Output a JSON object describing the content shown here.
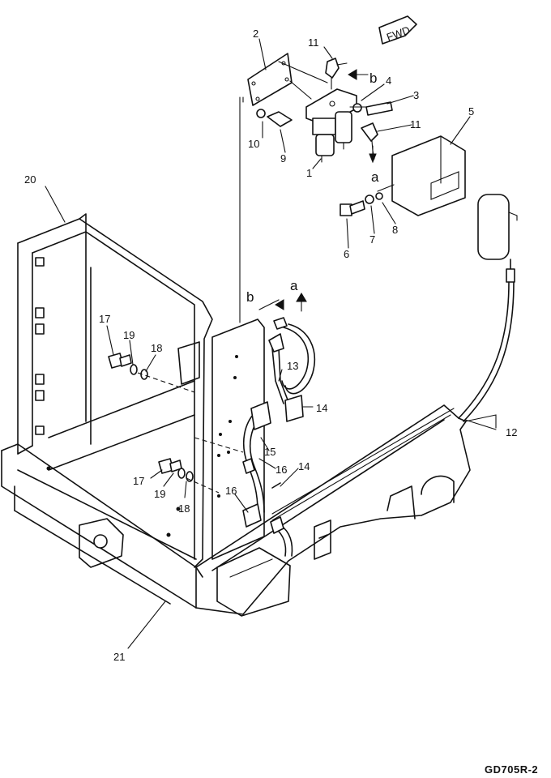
{
  "direction_tag": "FWD",
  "drawing_code": "GD705R-2",
  "callouts": [
    "1",
    "2",
    "3",
    "4",
    "5",
    "6",
    "7",
    "8",
    "9",
    "10",
    "11",
    "12",
    "13",
    "14",
    "15",
    "16",
    "17",
    "18",
    "19",
    "20",
    "21"
  ],
  "labels": {
    "n1": "1",
    "n2": "2",
    "n3": "3",
    "n4": "4",
    "n5": "5",
    "n6": "6",
    "n7": "7",
    "n8": "8",
    "n9": "9",
    "n10": "10",
    "n11a": "11",
    "n11b": "11",
    "n12": "12",
    "n13": "13",
    "n14a": "14",
    "n14b": "14",
    "n15": "15",
    "n16a": "16",
    "n16b": "16",
    "n17a": "17",
    "n17b": "17",
    "n18a": "18",
    "n18b": "18",
    "n19a": "19",
    "n19b": "19",
    "n20": "20",
    "n21": "21"
  },
  "connection_marks": {
    "a_top": "a",
    "b_top": "b",
    "a_mid": "a",
    "b_mid": "b"
  }
}
